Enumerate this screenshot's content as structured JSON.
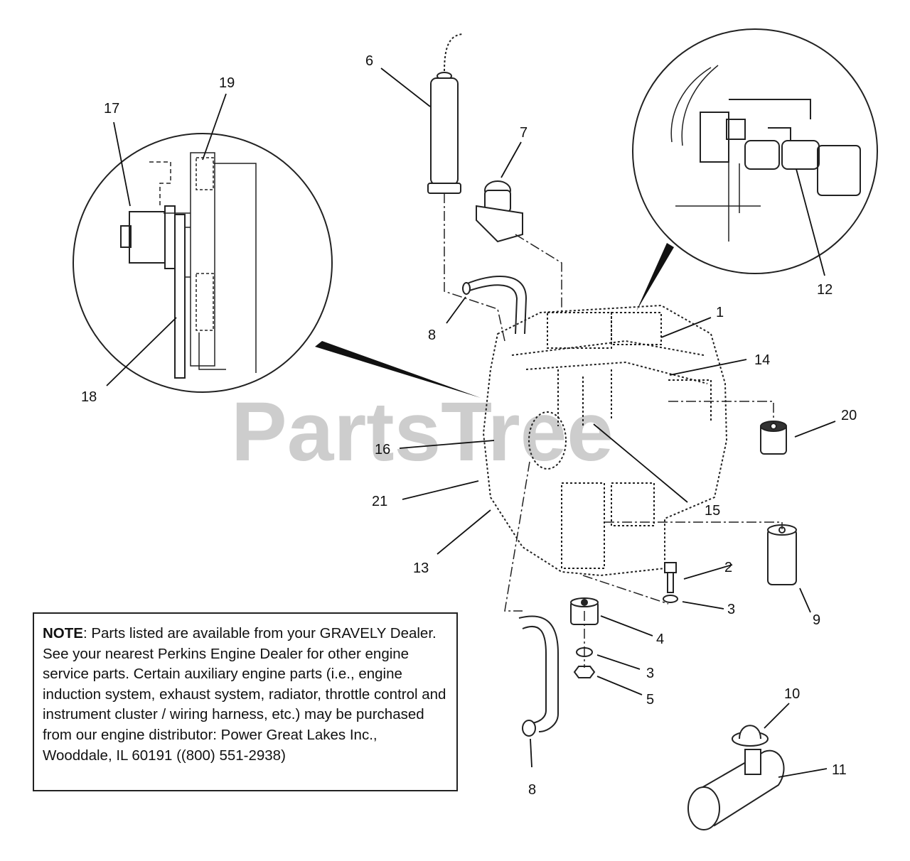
{
  "diagram": {
    "watermark": "PartsTree",
    "callouts": {
      "c1": "1",
      "c2": "2",
      "c3a": "3",
      "c3b": "3",
      "c4": "4",
      "c5": "5",
      "c6": "6",
      "c7": "7",
      "c8a": "8",
      "c8b": "8",
      "c9": "9",
      "c10": "10",
      "c11": "11",
      "c12": "12",
      "c13": "13",
      "c14": "14",
      "c15": "15",
      "c16": "16",
      "c17": "17",
      "c18": "18",
      "c19": "19",
      "c20": "20",
      "c21": "21"
    }
  },
  "note": {
    "label": "NOTE",
    "text": ": Parts listed are available from your GRAVELY Dealer. See your nearest Perkins Engine Dealer for other engine service parts. Certain auxiliary engine parts (i.e., engine induction system, exhaust system, radiator, throttle control and instrument cluster / wiring harness, etc.) may be purchased from our engine distributor: Power Great Lakes Inc., Wooddale, IL 60191 ((800) 551-2938)"
  }
}
